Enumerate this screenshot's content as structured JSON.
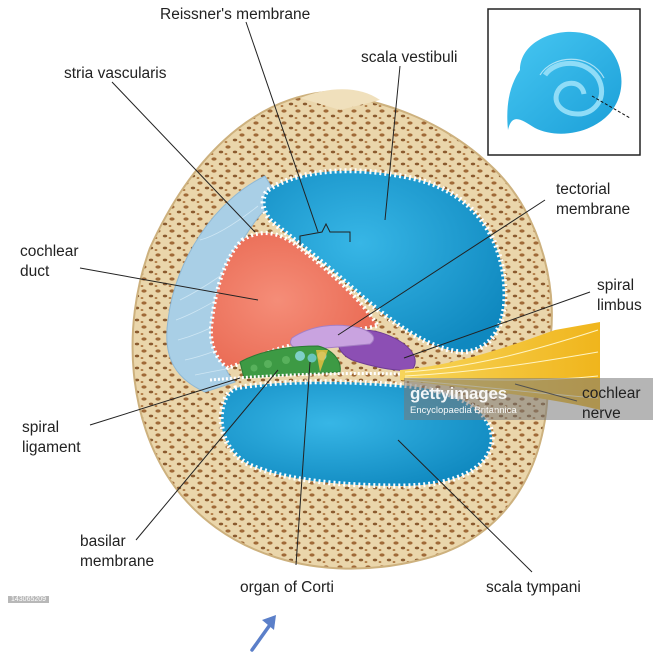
{
  "labels": {
    "reissners_membrane": "Reissner's membrane",
    "scala_vestibuli": "scala vestibuli",
    "stria_vascularis": "stria vascularis",
    "tectorial_membrane_line1": "tectorial",
    "tectorial_membrane_line2": "membrane",
    "cochlear_duct_line1": "cochlear",
    "cochlear_duct_line2": "duct",
    "spiral_limbus_line1": "spiral",
    "spiral_limbus_line2": "limbus",
    "cochlear_nerve_line1": "cochlear",
    "cochlear_nerve_line2": "nerve",
    "spiral_ligament_line1": "spiral",
    "spiral_ligament_line2": "ligament",
    "basilar_membrane_line1": "basilar",
    "basilar_membrane_line2": "membrane",
    "organ_of_corti": "organ of Corti",
    "scala_tympani": "scala tympani"
  },
  "watermark": {
    "brand": "gettyimages",
    "credit": "Encyclopaedia Britannica"
  },
  "image_id": "143065209",
  "colors": {
    "bone": "#e8d3a8",
    "fluid_blue": "#1aa0d4",
    "cochlear_duct": "#f2806a",
    "spiral_ligament": "#a9cfe6",
    "nerve": "#f2c428",
    "tectorial": "#b589d6",
    "hair_cells": "#4aa84a",
    "arrow": "#5b7fc9"
  }
}
